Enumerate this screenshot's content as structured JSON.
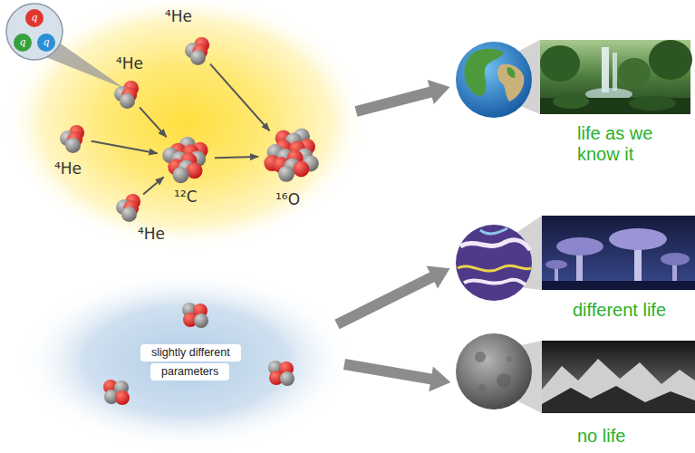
{
  "diagram": {
    "nodes": [
      {
        "text": [
          "⁴He"
        ]
      },
      {
        "text": [
          "⁴He"
        ]
      },
      {
        "text": [
          "⁴He"
        ]
      },
      {
        "text": [
          "¹²C"
        ]
      },
      {
        "text": [
          "¹⁶O"
        ]
      },
      {
        "text": [
          "⁴He"
        ]
      },
      {
        "text": [
          "slightly different"
        ]
      },
      {
        "text": [
          "parameters"
        ]
      }
    ],
    "edges": [
      {
        "from": 1,
        "to": 3,
        "arrow": "to"
      },
      {
        "from": 2,
        "to": 3,
        "arrow": "to"
      },
      {
        "from": 5,
        "to": 3,
        "arrow": "to"
      },
      {
        "from": 3,
        "to": 4,
        "arrow": "to"
      },
      {
        "from": 0,
        "to": 4,
        "arrow": "to"
      }
    ],
    "labels": [
      "q",
      "q",
      "q",
      "life as we know it",
      "different life",
      "no life"
    ]
  }
}
